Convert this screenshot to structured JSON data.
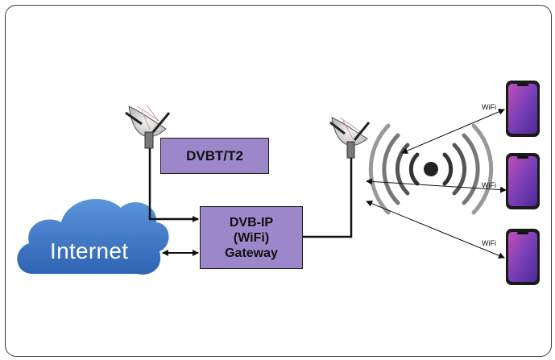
{
  "diagram": {
    "boxes": {
      "dvbt": "DVBT/T2",
      "gateway": [
        "DVB-IP",
        "(WiFi)",
        "Gateway"
      ]
    },
    "cloud_label": "Internet",
    "wifi_labels": [
      "WiFi",
      "WiFi",
      "WiFi"
    ],
    "icons": [
      "satellite-dish-icon",
      "satellite-dish-icon",
      "wifi-broadcast-icon",
      "smartphone-icon",
      "smartphone-icon",
      "smartphone-icon",
      "cloud-icon"
    ],
    "colors": {
      "box_fill": "#9b87c9",
      "cloud_fill": "#3e78c6",
      "phone_screen": "#7a3fb8",
      "line": "#111111"
    }
  }
}
